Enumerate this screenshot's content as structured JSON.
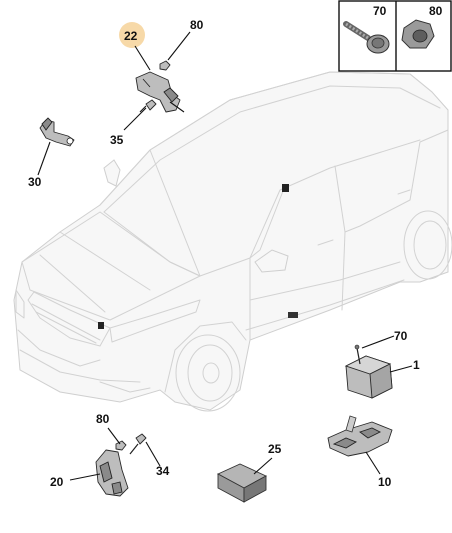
{
  "callouts": {
    "c22": "22",
    "c80_top": "80",
    "c35": "35",
    "c30": "30",
    "c70_box": "70",
    "c80_box": "80",
    "c70": "70",
    "c1": "1",
    "c80_low": "80",
    "c34": "34",
    "c20": "20",
    "c25": "25",
    "c10": "10"
  },
  "colors": {
    "highlight": "#f7d9a8",
    "part_fill": "#bdbdbd",
    "line": "#111111"
  }
}
